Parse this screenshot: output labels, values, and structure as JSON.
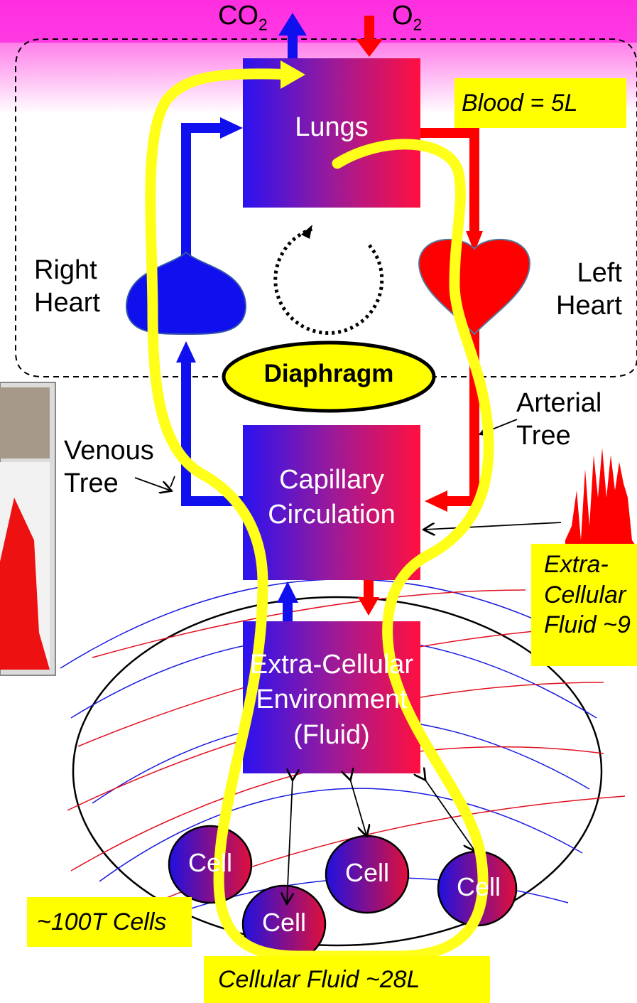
{
  "gases": {
    "co2_base": "CO",
    "co2_sub": "2",
    "o2_base": "O",
    "o2_sub": "2"
  },
  "boxes": {
    "lungs": "Lungs",
    "capillary_line1": "Capillary",
    "capillary_line2": "Circulation",
    "ecf_line1": "Extra-Cellular",
    "ecf_line2": "Environment",
    "ecf_line3": "(Fluid)"
  },
  "labels": {
    "right_heart": "Right\nHeart",
    "left_heart": "Left\nHeart",
    "diaphragm": "Diaphragm",
    "arterial_tree": "Arterial\nTree",
    "venous_tree": "Venous\nTree"
  },
  "cells": [
    "Cell",
    "Cell",
    "Cell",
    "Cell"
  ],
  "notes": {
    "blood": "Blood = 5L",
    "ecf": "Extra-\nCellular\nFluid ~9",
    "cells_count": "~100T Cells",
    "cellular_fluid": "Cellular Fluid ~28L"
  },
  "colors": {
    "blue": "#1010ee",
    "red": "#ff0000",
    "highlight": "#ffff00",
    "yellow_loop": "#ffff1a"
  }
}
